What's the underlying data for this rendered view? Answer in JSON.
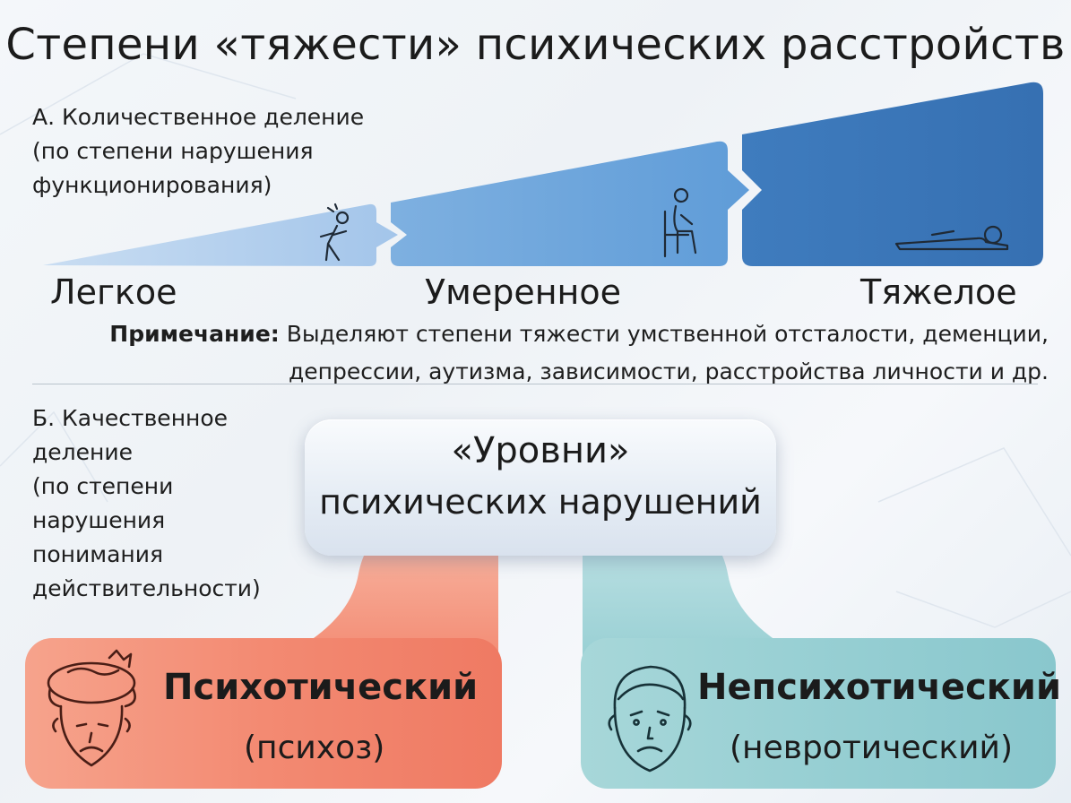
{
  "title": "Степени «тяжести» психических расстройств",
  "section_a": {
    "lines": [
      "А. Количественное деление",
      "(по степени нарушения",
      "функционирования)"
    ]
  },
  "levels_quantitative": [
    "Легкое",
    "Умеренное",
    "Тяжелое"
  ],
  "note": {
    "label": "Примечание:",
    "line1": " Выделяют степени тяжести умственной отсталости, деменции,",
    "line2": "депрессии, аутизма, зависимости, расстройства личности и др."
  },
  "section_b": {
    "lines": [
      "Б. Качественное",
      "деление",
      "(по степени",
      "нарушения",
      "понимания",
      "действительности)"
    ]
  },
  "levels_box": {
    "title": "«Уровни»",
    "subtitle": "психических нарушений"
  },
  "psychotic": {
    "title": "Психотический",
    "subtitle": "(психоз)",
    "icon": "distressed-head-icon"
  },
  "nonpsychotic": {
    "title": "Непсихотический",
    "subtitle": "(невротический)",
    "icon": "worried-face-icon"
  },
  "stair_icons": [
    "falling-person-icon",
    "sitting-person-icon",
    "lying-person-icon"
  ],
  "colors": {
    "step_light": "#a9c9ea",
    "step_mid": "#6ea6db",
    "step_dark": "#3d78b8",
    "psychotic": "#f38a72",
    "nonpsychotic": "#97cfd3"
  }
}
